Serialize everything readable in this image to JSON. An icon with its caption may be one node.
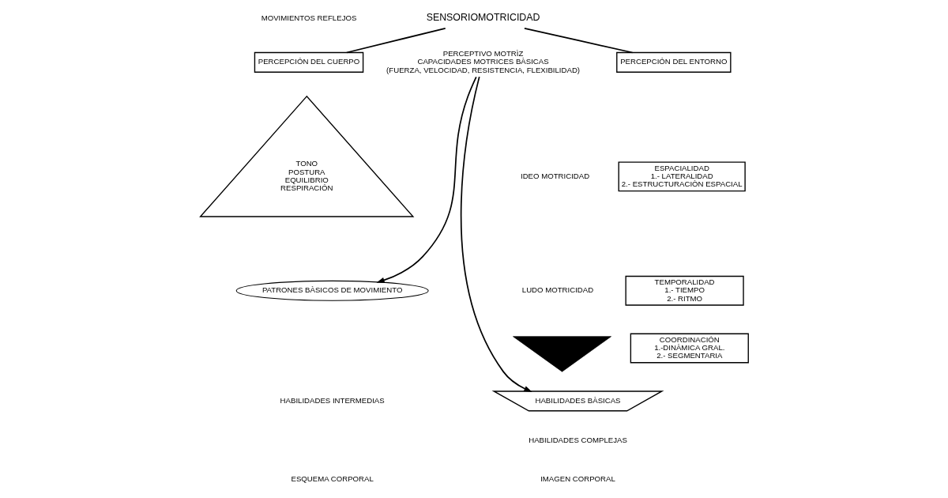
{
  "diagram": {
    "nodes": [
      {
        "text": [
          "SENSORIOMOTRICIDAD"
        ]
      },
      {
        "text": [
          "PERCEPCIÓN DEL CUERPO"
        ]
      },
      {
        "text": [
          "PERCEPCIÓN DEL ENTORNO"
        ]
      },
      {
        "text": [
          "TONO",
          "POSTURA",
          "EQUILIBRIO",
          "RESPIRACIÓN"
        ]
      },
      {
        "text": [
          "PERCEPTIVO MOTRÌZ",
          "CAPACIDADES MOTRICES BÀSICAS",
          "(FUERZA, VELOCIDAD, RESISTENCIA, FLEXIBILIDAD)"
        ]
      },
      {
        "text": [
          "ESPACIALIDAD",
          "1.- LATERALIDAD",
          "2.- ESTRUCTURACIÒN ESPACIAL"
        ]
      },
      {
        "text": [
          "TEMPORALIDAD",
          "1.- TIEMPO",
          "2.- RITMO"
        ]
      },
      {
        "text": [
          "COORDINACIÓN",
          "1.-DINÀMICA GRAL.",
          "2.- SEGMENTARIA"
        ]
      },
      {
        "text": [
          "HABILIDADES BÀSICAS"
        ]
      },
      {
        "text": [
          "PATRONES BÀSICOS DE MOVIMIENTO"
        ]
      },
      {
        "text": [],
        "shape": "triangle"
      }
    ],
    "edges": [
      {
        "from": 0,
        "to": 1,
        "arrow": "none"
      },
      {
        "from": 0,
        "to": 2,
        "arrow": "none"
      },
      {
        "from": 4,
        "to": 9,
        "arrow": "to"
      },
      {
        "from": 4,
        "to": 8,
        "arrow": "to"
      }
    ],
    "labels": [
      "MOVIMIENTOS REFLEJOS",
      "IDEO MOTRICIDAD",
      "LUDO MOTRICIDAD",
      "HABILIDADES INTERMEDIAS",
      "ESQUEMA CORPORAL",
      "HABILIDADES COMPLEJAS",
      "IMAGEN CORPORAL"
    ]
  }
}
